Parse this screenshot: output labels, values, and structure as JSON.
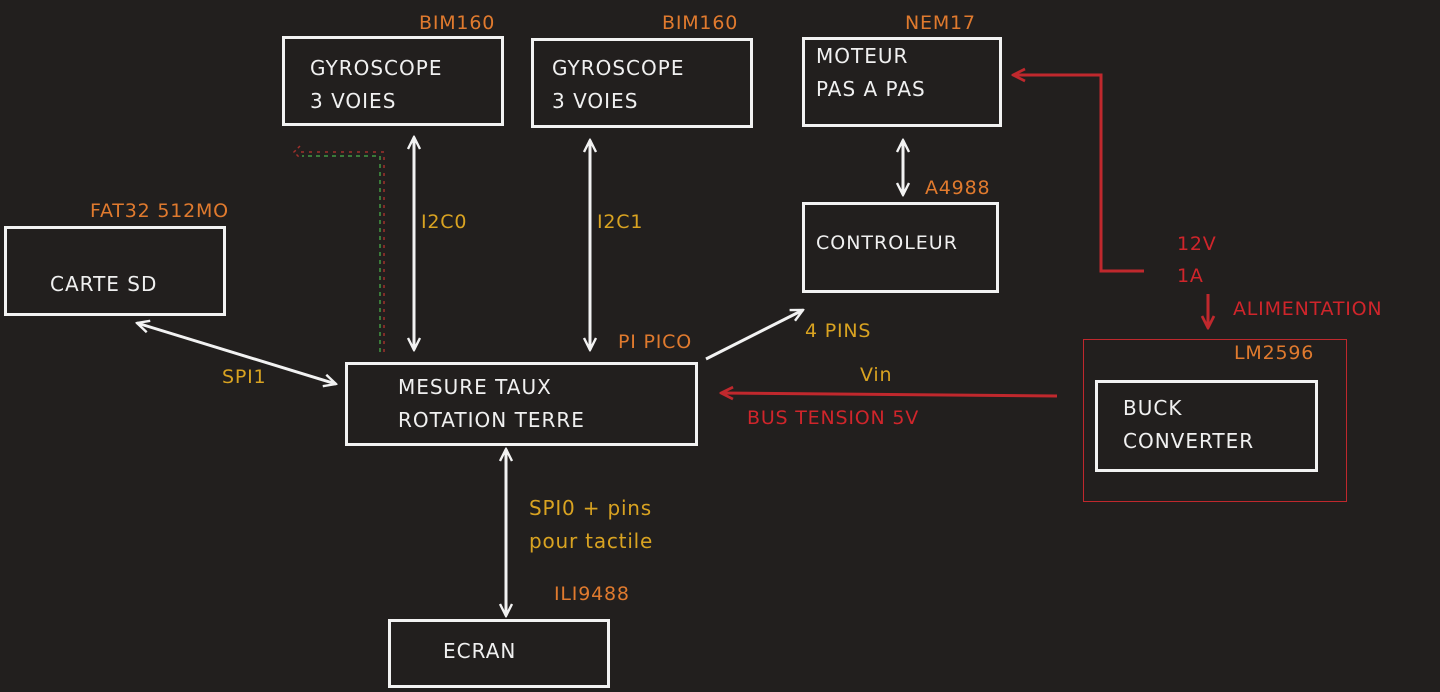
{
  "colors": {
    "background": "#221f1e",
    "box_border": "#f2f2f2",
    "arrow_white": "#f2f2f2",
    "power_red": "#c0282d",
    "part_label_orange": "#e07a2e",
    "bus_label_yellow": "#d9a321",
    "power_label_red": "#d0252b",
    "dashed_green": "#3a7a3a"
  },
  "blocks": {
    "gyro0": {
      "line1": "GYROSCOPE",
      "line2": "3 VOIES",
      "part": "BIM160"
    },
    "gyro1": {
      "line1": "GYROSCOPE",
      "line2": "3 VOIES",
      "part": "BIM160"
    },
    "motor": {
      "line1": "MOTEUR",
      "line2": "PAS A PAS",
      "part": "NEM17"
    },
    "controller": {
      "line1": "CONTROLEUR",
      "part": "A4988"
    },
    "sdcard": {
      "line1": "CARTE SD",
      "part": "FAT32 512MO"
    },
    "main": {
      "line1": "MESURE TAUX",
      "line2": "ROTATION TERRE",
      "part": "PI PICO"
    },
    "screen": {
      "line1": "ECRAN",
      "part": "ILI9488"
    },
    "buck": {
      "line1": "BUCK",
      "line2": "CONVERTER",
      "part": "LM2596"
    }
  },
  "links": {
    "i2c0": "I2C0",
    "i2c1": "I2C1",
    "spi1": "SPI1",
    "spi0_line1": "SPI0 + pins",
    "spi0_line2": "pour tactile",
    "controller_pins": "4 PINS",
    "vin": "Vin",
    "bus_5v": "BUS TENSION 5V",
    "supply_v": "12V",
    "supply_a": "1A",
    "supply": "ALIMENTATION"
  }
}
